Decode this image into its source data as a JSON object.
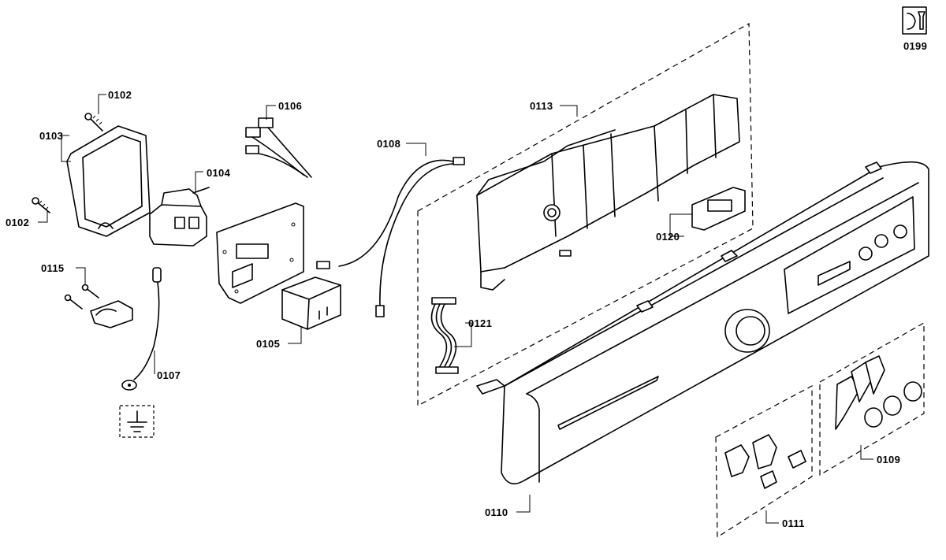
{
  "diagram": {
    "labels": {
      "part_0199": "0199",
      "part_0102_top": "0102",
      "part_0102_bottom": "0102",
      "part_0103": "0103",
      "part_0104": "0104",
      "part_0105": "0105",
      "part_0106": "0106",
      "part_0107": "0107",
      "part_0108": "0108",
      "part_0109": "0109",
      "part_0110": "0110",
      "part_0111": "0111",
      "part_0113": "0113",
      "part_0115": "0115",
      "part_0120": "0120",
      "part_0121": "0121"
    },
    "icons": {
      "tool": "wrench-icon",
      "ground": "ground-symbol-icon"
    }
  }
}
